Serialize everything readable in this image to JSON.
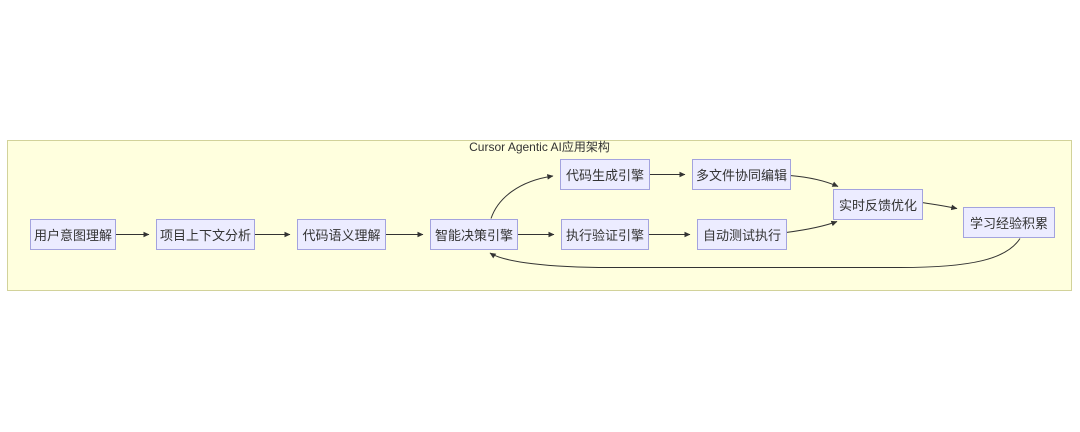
{
  "diagram": {
    "type": "flowchart",
    "direction": "left-to-right",
    "title": "Cursor Agentic AI应用架构",
    "nodes": [
      {
        "id": "user-intent",
        "label": "用户意图理解"
      },
      {
        "id": "project-context",
        "label": "项目上下文分析"
      },
      {
        "id": "code-semantics",
        "label": "代码语义理解"
      },
      {
        "id": "decision-engine",
        "label": "智能决策引擎"
      },
      {
        "id": "code-generation",
        "label": "代码生成引擎"
      },
      {
        "id": "multi-file-editing",
        "label": "多文件协同编辑"
      },
      {
        "id": "execution-verification",
        "label": "执行验证引擎"
      },
      {
        "id": "auto-testing",
        "label": "自动测试执行"
      },
      {
        "id": "realtime-feedback",
        "label": "实时反馈优化"
      },
      {
        "id": "learning-accumulation",
        "label": "学习经验积累"
      }
    ],
    "edges": [
      {
        "from": "user-intent",
        "to": "project-context"
      },
      {
        "from": "project-context",
        "to": "code-semantics"
      },
      {
        "from": "code-semantics",
        "to": "decision-engine"
      },
      {
        "from": "decision-engine",
        "to": "code-generation"
      },
      {
        "from": "decision-engine",
        "to": "execution-verification"
      },
      {
        "from": "code-generation",
        "to": "multi-file-editing"
      },
      {
        "from": "execution-verification",
        "to": "auto-testing"
      },
      {
        "from": "multi-file-editing",
        "to": "realtime-feedback"
      },
      {
        "from": "auto-testing",
        "to": "realtime-feedback"
      },
      {
        "from": "realtime-feedback",
        "to": "learning-accumulation"
      },
      {
        "from": "learning-accumulation",
        "to": "decision-engine"
      }
    ],
    "colors": {
      "node_fill": "#ececff",
      "node_border": "#a3a3de",
      "cluster_fill": "#ffffde",
      "cluster_border": "#d2d29a",
      "edge": "#333333",
      "text": "#333333"
    }
  }
}
